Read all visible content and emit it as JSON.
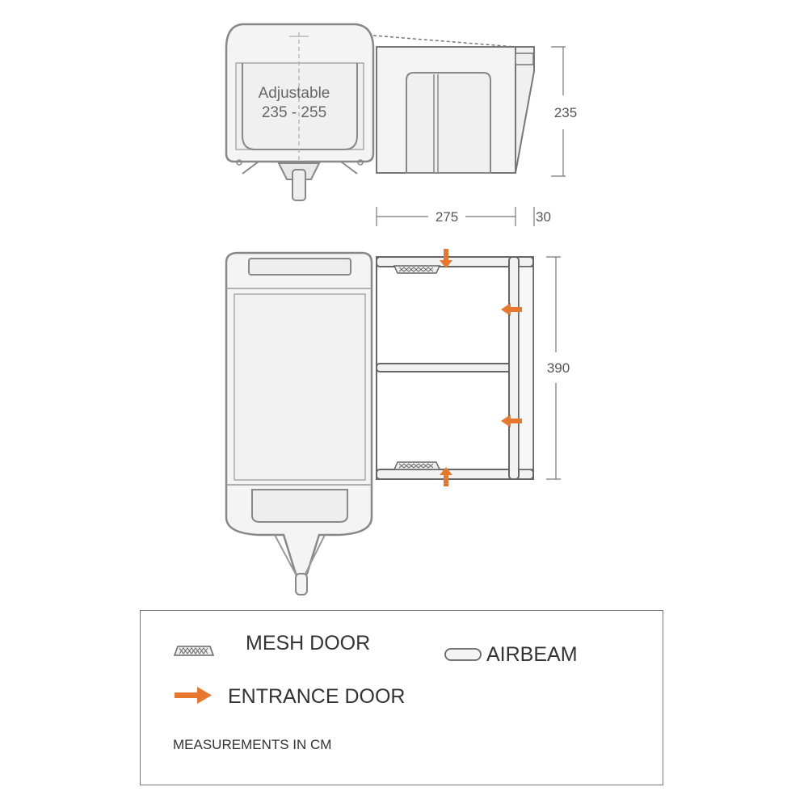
{
  "side_view": {
    "adjustable_label": "Adjustable",
    "adjustable_range": "235 - 255",
    "height_label": "235",
    "depth_label": "275",
    "beam_label": "30"
  },
  "plan_view": {
    "length_label": "390"
  },
  "legend": {
    "mesh_door": "MESH DOOR",
    "airbeam": "AIRBEAM",
    "entrance_door": "ENTRANCE DOOR",
    "measurements_note": "MEASUREMENTS IN CM",
    "entrance_color": "#e8772e",
    "mesh_icon": "mesh-door-icon",
    "airbeam_icon": "airbeam-icon",
    "entrance_icon": "entrance-arrow-icon"
  }
}
